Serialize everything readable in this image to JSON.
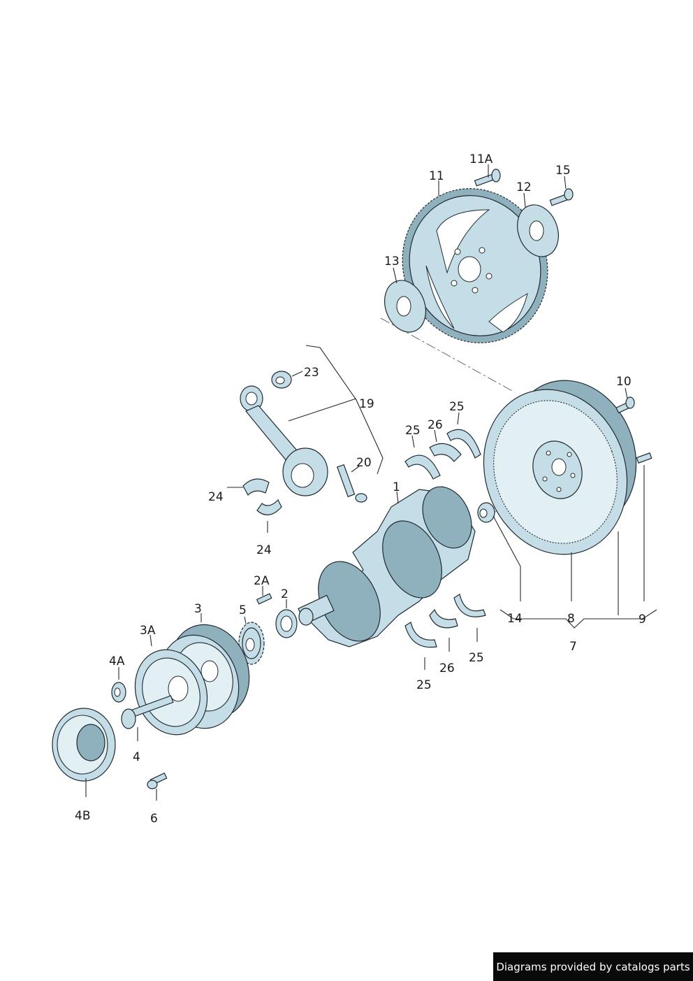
{
  "labels": {
    "l1": "1",
    "l2": "2",
    "l2a": "2A",
    "l3": "3",
    "l3a": "3A",
    "l4": "4",
    "l4a": "4A",
    "l4b": "4B",
    "l5": "5",
    "l6": "6",
    "l7": "7",
    "l8": "8",
    "l9": "9",
    "l10": "10",
    "l11": "11",
    "l11a": "11A",
    "l12": "12",
    "l13": "13",
    "l14": "14",
    "l15": "15",
    "l19": "19",
    "l20": "20",
    "l23": "23",
    "l24a": "24",
    "l24b": "24",
    "l25a": "25",
    "l25b": "25",
    "l25c": "25",
    "l25d": "25",
    "l26a": "26",
    "l26b": "26"
  },
  "footer": {
    "text": "Diagrams provided by catalogs parts"
  },
  "colors": {
    "part_fill": "#c5dde6",
    "outline": "#1e2a30",
    "badge_bg": "#0a0a0a"
  }
}
